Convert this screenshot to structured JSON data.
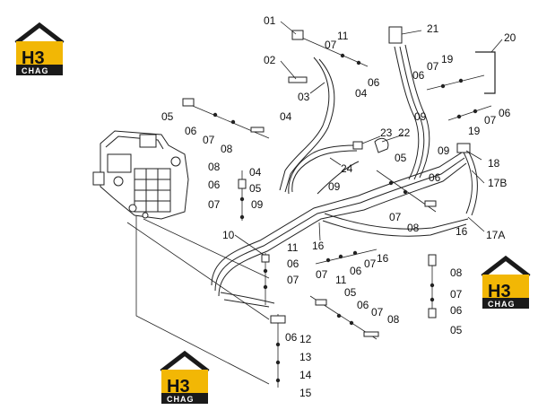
{
  "watermark": {
    "main": "H3",
    "sub": "CHAG",
    "accent_color": "#f2b705",
    "dark_color": "#1a1a1a",
    "count": 3
  },
  "callouts": [
    {
      "id": "c01",
      "text": "01"
    },
    {
      "id": "c02",
      "text": "02"
    },
    {
      "id": "c03",
      "text": "03"
    },
    {
      "id": "c04a",
      "text": "04"
    },
    {
      "id": "c04b",
      "text": "04"
    },
    {
      "id": "c04c",
      "text": "04"
    },
    {
      "id": "c05a",
      "text": "05"
    },
    {
      "id": "c05b",
      "text": "05"
    },
    {
      "id": "c05c",
      "text": "05"
    },
    {
      "id": "c05d",
      "text": "05"
    },
    {
      "id": "c05e",
      "text": "05"
    },
    {
      "id": "c06a",
      "text": "06"
    },
    {
      "id": "c06b",
      "text": "06"
    },
    {
      "id": "c06c",
      "text": "06"
    },
    {
      "id": "c06d",
      "text": "06"
    },
    {
      "id": "c06e",
      "text": "06"
    },
    {
      "id": "c06f",
      "text": "06"
    },
    {
      "id": "c06g",
      "text": "06"
    },
    {
      "id": "c06h",
      "text": "06"
    },
    {
      "id": "c06i",
      "text": "06"
    },
    {
      "id": "c06j",
      "text": "06"
    },
    {
      "id": "c06k",
      "text": "06"
    },
    {
      "id": "c07a",
      "text": "07"
    },
    {
      "id": "c07b",
      "text": "07"
    },
    {
      "id": "c07c",
      "text": "07"
    },
    {
      "id": "c07d",
      "text": "07"
    },
    {
      "id": "c07e",
      "text": "07"
    },
    {
      "id": "c07f",
      "text": "07"
    },
    {
      "id": "c07g",
      "text": "07"
    },
    {
      "id": "c07h",
      "text": "07"
    },
    {
      "id": "c07i",
      "text": "07"
    },
    {
      "id": "c07j",
      "text": "07"
    },
    {
      "id": "c07k",
      "text": "07"
    },
    {
      "id": "c08a",
      "text": "08"
    },
    {
      "id": "c08b",
      "text": "08"
    },
    {
      "id": "c08c",
      "text": "08"
    },
    {
      "id": "c08d",
      "text": "08"
    },
    {
      "id": "c08e",
      "text": "08"
    },
    {
      "id": "c09a",
      "text": "09"
    },
    {
      "id": "c09b",
      "text": "09"
    },
    {
      "id": "c09c",
      "text": "09"
    },
    {
      "id": "c09d",
      "text": "09"
    },
    {
      "id": "c10",
      "text": "10"
    },
    {
      "id": "c11a",
      "text": "11"
    },
    {
      "id": "c11b",
      "text": "11"
    },
    {
      "id": "c11c",
      "text": "11"
    },
    {
      "id": "c12",
      "text": "12"
    },
    {
      "id": "c13",
      "text": "13"
    },
    {
      "id": "c14",
      "text": "14"
    },
    {
      "id": "c15",
      "text": "15"
    },
    {
      "id": "c16a",
      "text": "16"
    },
    {
      "id": "c16b",
      "text": "16"
    },
    {
      "id": "c16c",
      "text": "16"
    },
    {
      "id": "c17a",
      "text": "17A"
    },
    {
      "id": "c17b",
      "text": "17B"
    },
    {
      "id": "c18",
      "text": "18"
    },
    {
      "id": "c19a",
      "text": "19"
    },
    {
      "id": "c19b",
      "text": "19"
    },
    {
      "id": "c20",
      "text": "20"
    },
    {
      "id": "c21",
      "text": "21"
    },
    {
      "id": "c22",
      "text": "22"
    },
    {
      "id": "c23",
      "text": "23"
    },
    {
      "id": "c24",
      "text": "24"
    }
  ]
}
